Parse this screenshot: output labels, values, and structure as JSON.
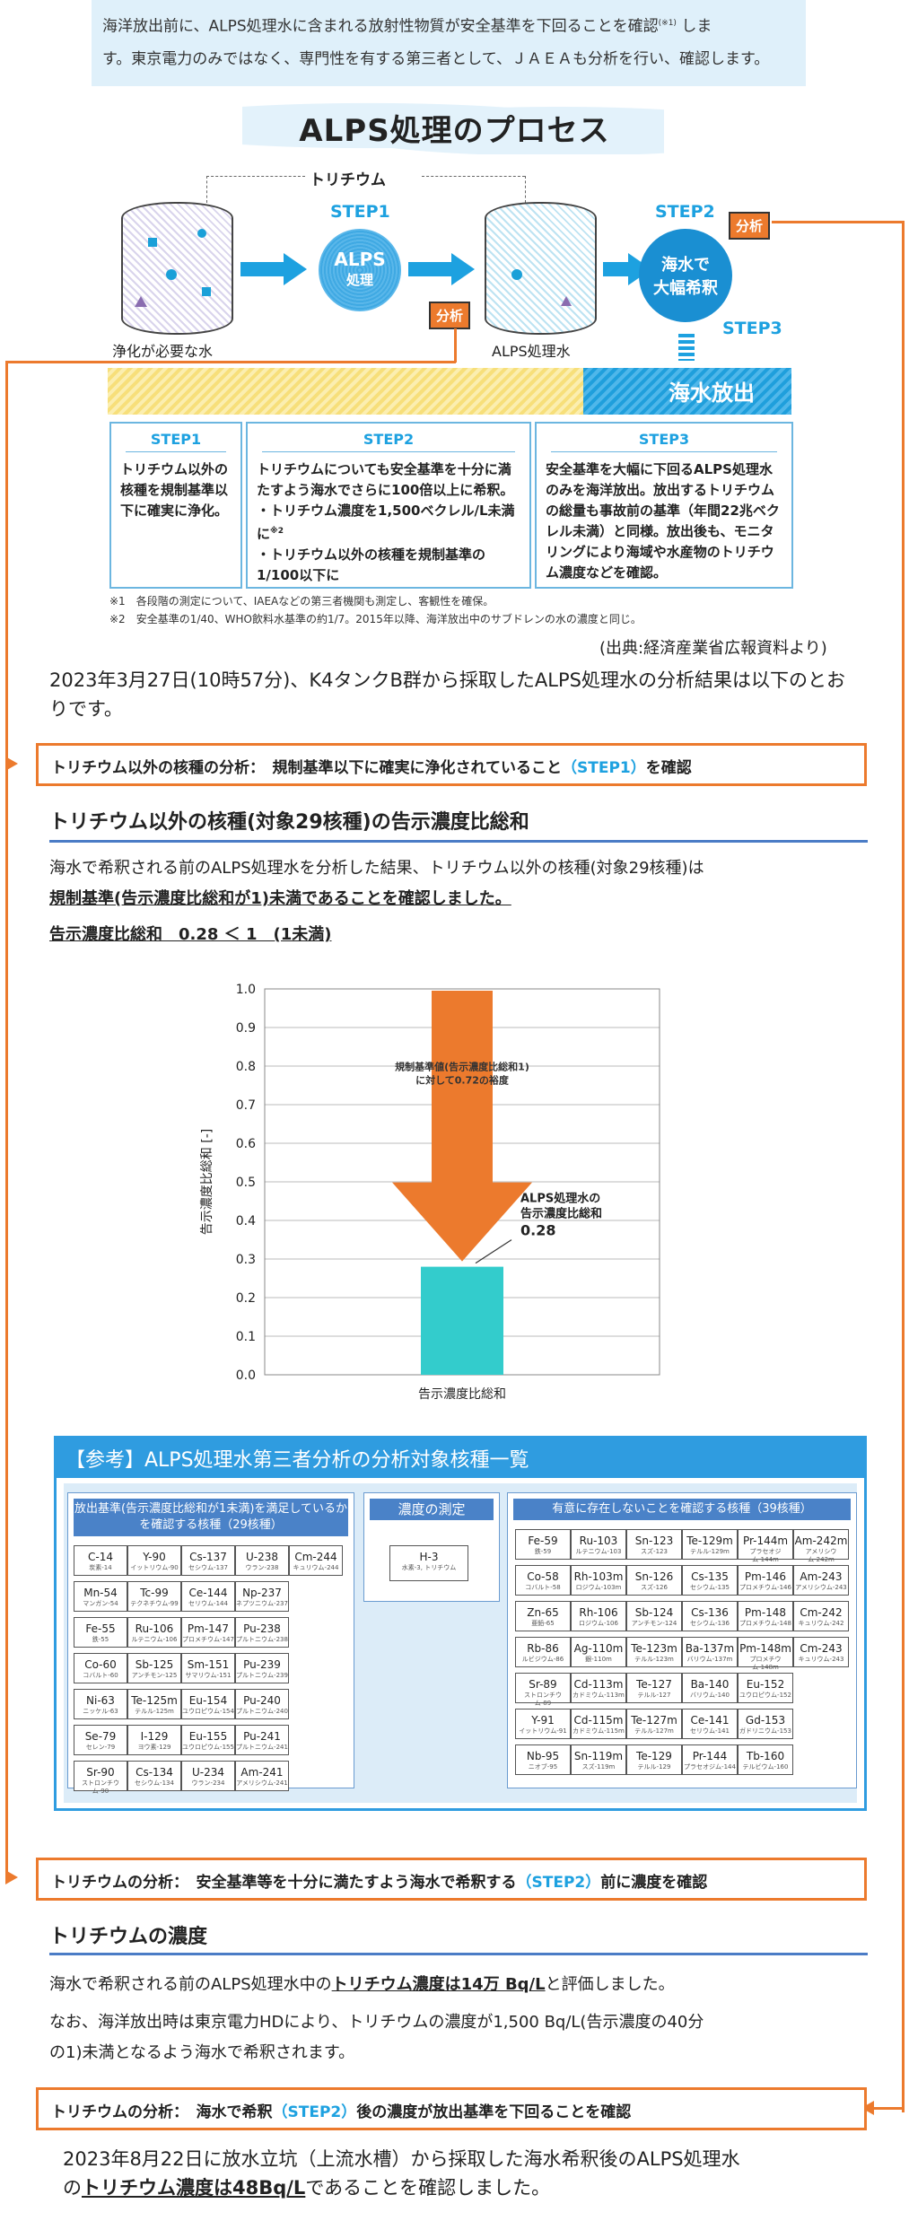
{
  "banner": {
    "line1": "海洋放出前に、ALPS処理水に含まれる放射性物質が安全基準を下回ることを確認",
    "note_ref": "(※1)",
    "line1b": " しま",
    "line2": "す。東京電力のみではなく、専門性を有する第三者として、ＪＡＥＡも分析を行い、確認します。"
  },
  "process": {
    "title": "ALPS処理のプロセス",
    "tritium_label": "トリチウム",
    "step1_label": "STEP1",
    "alps_circle": [
      "ALPS",
      "処理"
    ],
    "step2_label": "STEP2",
    "seawater_circle": [
      "海水で",
      "大幅希釈"
    ],
    "step3_label": "STEP3",
    "tank1_caption": "浄化が必要な水",
    "tank2_caption": "ALPS処理水",
    "analysis_tag": "分析",
    "release_label": "海水放出"
  },
  "steps": [
    {
      "title": "STEP1",
      "text": "トリチウム以外の核種を規制基準以下に確実に浄化。"
    },
    {
      "title": "STEP2",
      "text": "トリチウムについても安全基準を十分に満たすよう海水でさらに100倍以上に希釈。",
      "bullets": [
        "トリチウム濃度を1,500ベクレル/L未満に",
        "トリチウム以外の核種を規制基準の1/100以下に"
      ],
      "bullet1_note": "※2"
    },
    {
      "title": "STEP3",
      "text": "安全基準を大幅に下回るALPS処理水のみを海洋放出。放出するトリチウムの総量も事故前の基準（年間22兆ベクレル未満）と同様。放出後も、モニタリングにより海域や水産物のトリチウム濃度などを確認。"
    }
  ],
  "notes": [
    "※1　各段階の測定について、IAEAなどの第三者機関も測定し、客観性を確保。",
    "※2　安全基準の1/40、WHO飲料水基準の約1/7。2015年以降、海洋放出中のサブドレンの水の濃度と同じ。"
  ],
  "source": "(出典:経済産業省広報資料より)",
  "intro": "2023年3月27日(10時57分)、K4タンクB群から採取したALPS処理水の分析結果は以下のとおりです。",
  "box1": {
    "a": "トリチウム以外の核種の分析：　規制基準以下に確実に浄化されていること",
    "b": "（STEP1）",
    "c": "を確認"
  },
  "sec1": {
    "heading": "トリチウム以外の核種(対象29核種)の告示濃度比総和",
    "p1": "海水で希釈される前のALPS処理水を分析した結果、トリチウム以外の核種(対象29核種)は",
    "p2": "規制基準(告示濃度比総和が1)未満であることを確認しました。",
    "p3": "告示濃度比総和　0.28 ＜ 1　(1未満)"
  },
  "chart_data": {
    "type": "bar",
    "categories": [
      "告示濃度比総和"
    ],
    "values": [
      0.28
    ],
    "ylabel": "告示濃度比総和 [-]",
    "ylim": [
      0,
      1.0
    ],
    "yticks": [
      "0.0",
      "0.1",
      "0.2",
      "0.3",
      "0.4",
      "0.5",
      "0.6",
      "0.7",
      "0.8",
      "0.9",
      "1.0"
    ],
    "grid": true,
    "bar_color": "#33cccc",
    "arrow_color": "#ec7a2d",
    "annotations": {
      "margin_line1": "規制基準値(告示濃度比総和1)",
      "margin_line2": "に対して0.72の裕度",
      "value_line1": "ALPS処理水の",
      "value_line2": "告示濃度比総和",
      "value_line3": "0.28"
    }
  },
  "reference": {
    "title": "【参考】ALPS処理水第三者分析の分析対象核種一覧",
    "group1_title": "放出基準(告示濃度比総和が1未満)を満足しているかを確認する核種（29核種）",
    "group2_title": "濃度の測定",
    "group2_cell": {
      "n": "H-3",
      "s": "水素-3, トリチウム"
    },
    "group3_title": "有意に存在しないことを確認する核種（39核種）",
    "g1_rows": [
      [
        {
          "n": "C-14",
          "s": "炭素-14"
        },
        {
          "n": "Y-90",
          "s": "イットリウム-90"
        },
        {
          "n": "Cs-137",
          "s": "セシウム-137"
        },
        {
          "n": "U-238",
          "s": "ウラン-238"
        },
        {
          "n": "Cm-244",
          "s": "キュリウム-244"
        }
      ],
      [
        {
          "n": "Mn-54",
          "s": "マンガン-54"
        },
        {
          "n": "Tc-99",
          "s": "テクネチウム-99"
        },
        {
          "n": "Ce-144",
          "s": "セリウム-144"
        },
        {
          "n": "Np-237",
          "s": "ネプツニウム-237"
        }
      ],
      [
        {
          "n": "Fe-55",
          "s": "鉄-55"
        },
        {
          "n": "Ru-106",
          "s": "ルテニウム-106"
        },
        {
          "n": "Pm-147",
          "s": "プロメチウム-147"
        },
        {
          "n": "Pu-238",
          "s": "プルトニウム-238"
        }
      ],
      [
        {
          "n": "Co-60",
          "s": "コバルト-60"
        },
        {
          "n": "Sb-125",
          "s": "アンチモン-125"
        },
        {
          "n": "Sm-151",
          "s": "サマリウム-151"
        },
        {
          "n": "Pu-239",
          "s": "プルトニウム-239"
        }
      ],
      [
        {
          "n": "Ni-63",
          "s": "ニッケル-63"
        },
        {
          "n": "Te-125m",
          "s": "テルル-125m"
        },
        {
          "n": "Eu-154",
          "s": "ユウロピウム-154"
        },
        {
          "n": "Pu-240",
          "s": "プルトニウム-240"
        }
      ],
      [
        {
          "n": "Se-79",
          "s": "セレン-79"
        },
        {
          "n": "I-129",
          "s": "ヨウ素-129"
        },
        {
          "n": "Eu-155",
          "s": "ユウロピウム-155"
        },
        {
          "n": "Pu-241",
          "s": "プルトニウム-241"
        }
      ],
      [
        {
          "n": "Sr-90",
          "s": "ストロンチウム-90"
        },
        {
          "n": "Cs-134",
          "s": "セシウム-134"
        },
        {
          "n": "U-234",
          "s": "ウラン-234"
        },
        {
          "n": "Am-241",
          "s": "アメリシウム-241"
        }
      ]
    ],
    "g3_rows": [
      [
        {
          "n": "Fe-59",
          "s": "鉄-59"
        },
        {
          "n": "Ru-103",
          "s": "ルテニウム-103"
        },
        {
          "n": "Sn-123",
          "s": "スズ-123"
        },
        {
          "n": "Te-129m",
          "s": "テルル-129m"
        },
        {
          "n": "Pr-144m",
          "s": "プラセオジム-144m"
        },
        {
          "n": "Am-242m",
          "s": "アメリシウム-242m"
        }
      ],
      [
        {
          "n": "Co-58",
          "s": "コバルト-58"
        },
        {
          "n": "Rh-103m",
          "s": "ロジウム-103m"
        },
        {
          "n": "Sn-126",
          "s": "スズ-126"
        },
        {
          "n": "Cs-135",
          "s": "セシウム-135"
        },
        {
          "n": "Pm-146",
          "s": "プロメチウム-146"
        },
        {
          "n": "Am-243",
          "s": "アメリシウム-243"
        }
      ],
      [
        {
          "n": "Zn-65",
          "s": "亜鉛-65"
        },
        {
          "n": "Rh-106",
          "s": "ロジウム-106"
        },
        {
          "n": "Sb-124",
          "s": "アンチモン-124"
        },
        {
          "n": "Cs-136",
          "s": "セシウム-136"
        },
        {
          "n": "Pm-148",
          "s": "プロメチウム-148"
        },
        {
          "n": "Cm-242",
          "s": "キュリウム-242"
        }
      ],
      [
        {
          "n": "Rb-86",
          "s": "ルビジウム-86"
        },
        {
          "n": "Ag-110m",
          "s": "銀-110m"
        },
        {
          "n": "Te-123m",
          "s": "テルル-123m"
        },
        {
          "n": "Ba-137m",
          "s": "バリウム-137m"
        },
        {
          "n": "Pm-148m",
          "s": "プロメチウム-148m"
        },
        {
          "n": "Cm-243",
          "s": "キュリウム-243"
        }
      ],
      [
        {
          "n": "Sr-89",
          "s": "ストロンチウム-89"
        },
        {
          "n": "Cd-113m",
          "s": "カドミウム-113m"
        },
        {
          "n": "Te-127",
          "s": "テルル-127"
        },
        {
          "n": "Ba-140",
          "s": "バリウム-140"
        },
        {
          "n": "Eu-152",
          "s": "ユウロピウム-152"
        }
      ],
      [
        {
          "n": "Y-91",
          "s": "イットリウム-91"
        },
        {
          "n": "Cd-115m",
          "s": "カドミウム-115m"
        },
        {
          "n": "Te-127m",
          "s": "テルル-127m"
        },
        {
          "n": "Ce-141",
          "s": "セリウム-141"
        },
        {
          "n": "Gd-153",
          "s": "ガドリニウム-153"
        }
      ],
      [
        {
          "n": "Nb-95",
          "s": "ニオブ-95"
        },
        {
          "n": "Sn-119m",
          "s": "スズ-119m"
        },
        {
          "n": "Te-129",
          "s": "テルル-129"
        },
        {
          "n": "Pr-144",
          "s": "プラセオジム-144"
        },
        {
          "n": "Tb-160",
          "s": "テルビウム-160"
        }
      ]
    ]
  },
  "box2": {
    "a": "トリチウムの分析：　安全基準等を十分に満たすよう海水で希釈する",
    "b": "（STEP2）",
    "c": "前に濃度を確認"
  },
  "sec2": {
    "heading": "トリチウムの濃度",
    "p1a": "海水で希釈される前のALPS処理水中の",
    "p1b": "トリチウム濃度は14万 Bq/L",
    "p1c": "と評価しました。",
    "p2": "なお、海洋放出時は東京電力HDにより、トリチウムの濃度が1,500 Bq/L(告示濃度の40分",
    "p3": "の1)未満となるよう海水で希釈されます。"
  },
  "box3": {
    "a": "トリチウムの分析：　海水で希釈",
    "b": "（STEP2）",
    "c": "後の濃度が放出基準を下回ることを確認"
  },
  "final": {
    "l1": "2023年8月22日に放水立坑（上流水槽）から採取した海水希釈後のALPS処理水",
    "l2a": "の",
    "l2b": "トリチウム濃度は48Bq/L",
    "l2c": "であることを確認しました。"
  }
}
